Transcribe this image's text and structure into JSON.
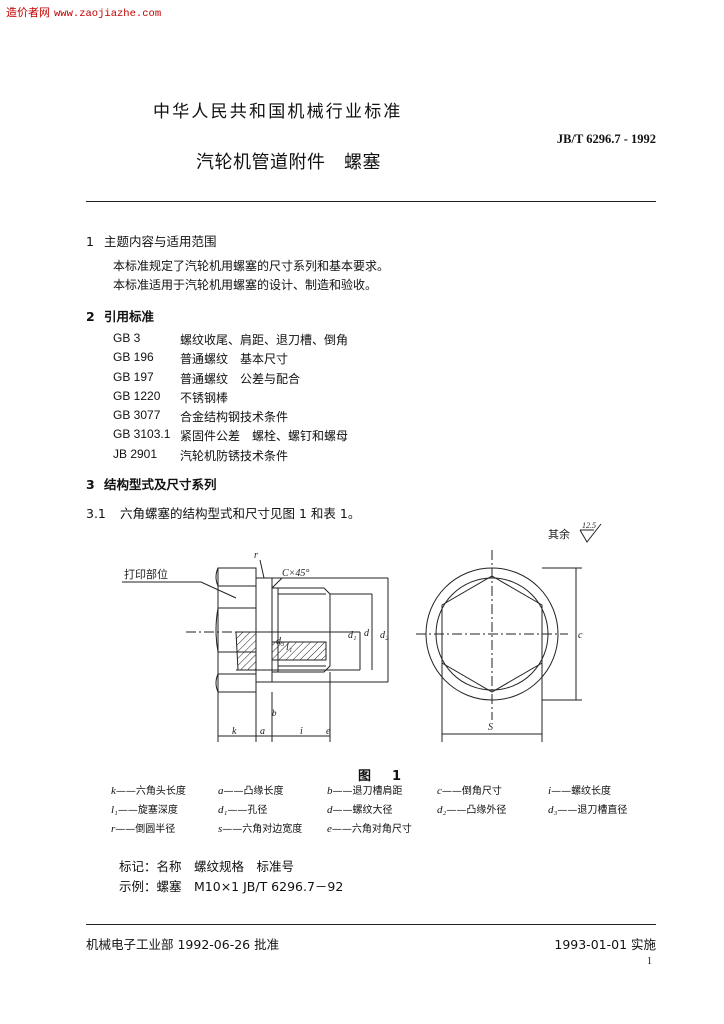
{
  "watermark": {
    "site": "造价者网",
    "url": "www.zaojiazhe.com"
  },
  "header": {
    "title": "中华人民共和国机械行业标准",
    "standard_number": "JB/T 6296.7 - 1992",
    "doc_title": "汽轮机管道附件　螺塞"
  },
  "section1": {
    "num": "1",
    "heading": "主题内容与适用范围",
    "lines": [
      "本标准规定了汽轮机用螺塞的尺寸系列和基本要求。",
      "本标准适用于汽轮机用螺塞的设计、制造和验收。"
    ]
  },
  "section2": {
    "num": "2",
    "heading": "引用标准",
    "refs": [
      {
        "code": "GB 3",
        "name": "螺纹收尾、肩距、退刀槽、倒角"
      },
      {
        "code": "GB 196",
        "name": "普通螺纹　基本尺寸"
      },
      {
        "code": "GB 197",
        "name": "普通螺纹　公差与配合"
      },
      {
        "code": "GB 1220",
        "name": "不锈钢棒"
      },
      {
        "code": "GB 3077",
        "name": "合金结构钢技术条件"
      },
      {
        "code": "GB 3103.1",
        "name": "紧固件公差　螺栓、螺钉和螺母"
      },
      {
        "code": "JB 2901",
        "name": "汽轮机防锈技术条件"
      }
    ]
  },
  "section3": {
    "num": "3",
    "heading": "结构型式及尺寸系列",
    "sub_num": "3.1",
    "sub_text": "六角螺塞的结构型式和尺寸见图 1 和表 1。"
  },
  "figure": {
    "rest_label": "其余",
    "roughness": "12.5",
    "marking_label": "打印部位",
    "chamfer_label": "C×45°",
    "dim_labels": {
      "r": "r",
      "d1": "d₁",
      "d": "d",
      "d2": "d₂",
      "l1": "l₁",
      "d3": "d₃",
      "k": "k",
      "a": "a",
      "b": "b",
      "i": "i",
      "e": "e",
      "c": "c",
      "s": "S"
    },
    "caption": "图　1",
    "legend": [
      {
        "sym": "k",
        "desc": "——六角头长度"
      },
      {
        "sym": "a",
        "desc": "——凸缘长度"
      },
      {
        "sym": "b",
        "desc": "——退刀槽肩距"
      },
      {
        "sym": "c",
        "desc": "——倒角尺寸"
      },
      {
        "sym": "i",
        "desc": "——螺纹长度"
      },
      {
        "sym": "l₁",
        "desc": "——旋塞深度"
      },
      {
        "sym": "d₁",
        "desc": "——孔径"
      },
      {
        "sym": "d",
        "desc": "——螺纹大径"
      },
      {
        "sym": "d₂",
        "desc": "——凸缘外径"
      },
      {
        "sym": "d₃",
        "desc": "——退刀槽直径"
      },
      {
        "sym": "r",
        "desc": "——倒圆半径"
      },
      {
        "sym": "s",
        "desc": "——六角对边宽度"
      },
      {
        "sym": "e",
        "desc": "——六角对角尺寸"
      }
    ]
  },
  "marking": {
    "line1": "标记：名称　螺纹规格　标准号",
    "line2": "示例：螺塞　M10×1 JB/T 6296.7－92"
  },
  "footer": {
    "issued": "机械电子工业部 1992-06-26 批准",
    "effective": "1993-01-01 实施",
    "page": "1"
  }
}
